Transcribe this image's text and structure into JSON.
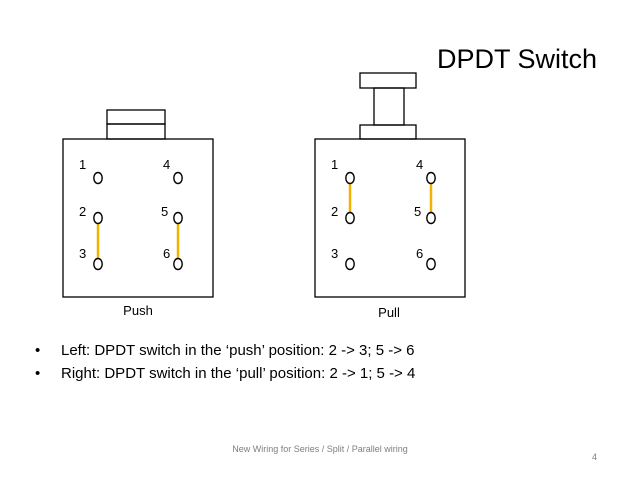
{
  "title": "DPDT Switch",
  "colors": {
    "connection": "#f0b400",
    "outline": "#000000",
    "footer_text": "#7f7f7f"
  },
  "switches": [
    {
      "caption": "Push",
      "pins": [
        "1",
        "2",
        "3",
        "4",
        "5",
        "6"
      ],
      "connections": [
        [
          "2",
          "3"
        ],
        [
          "5",
          "6"
        ]
      ]
    },
    {
      "caption": "Pull",
      "pins": [
        "1",
        "2",
        "3",
        "4",
        "5",
        "6"
      ],
      "connections": [
        [
          "1",
          "2"
        ],
        [
          "4",
          "5"
        ]
      ]
    }
  ],
  "bullets": [
    {
      "marker": "•",
      "text": "Left: DPDT switch in the ‘push’ position: 2 -> 3; 5 -> 6"
    },
    {
      "marker": "•",
      "text": "Right: DPDT switch in the ‘pull’ position: 2 -> 1; 5 -> 4"
    }
  ],
  "footer": {
    "text": "New Wiring for Series / Split / Parallel wiring",
    "page": "4"
  }
}
